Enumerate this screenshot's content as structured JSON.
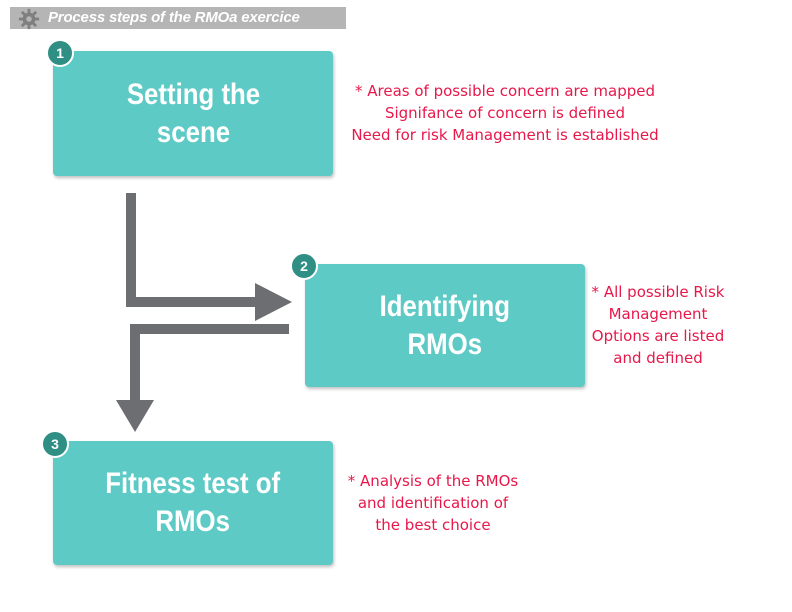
{
  "header": {
    "title": "Process steps  of the RMOa exercice",
    "icon": "gear-icon"
  },
  "steps": [
    {
      "number": "1",
      "title": "Setting the\nscene",
      "notes": [
        "*  Areas of possible concern are mapped",
        "Signifance of concern is defined",
        "Need for risk Management is established"
      ]
    },
    {
      "number": "2",
      "title": "Identifying\nRMOs",
      "notes": [
        "* All possible Risk",
        "Management",
        "Options are listed",
        "and defined"
      ]
    },
    {
      "number": "3",
      "title": "Fitness test of\nRMOs",
      "notes": [
        "* Analysis of the RMOs",
        "and identification of",
        "the best choice"
      ]
    }
  ],
  "colors": {
    "box": "#5ecac6",
    "badge": "#2f8f84",
    "note": "#e8174a",
    "arrow": "#6d6e71",
    "header": "#b5b5b5"
  }
}
